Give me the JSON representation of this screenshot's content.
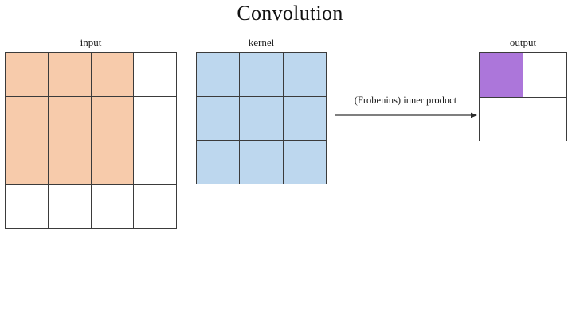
{
  "title": "Convolution",
  "colors": {
    "input_fill": "#f7cbab",
    "kernel_fill": "#bdd7ee",
    "output_fill": "#ac76da",
    "empty_fill": "#ffffff",
    "grid_line": "#3b3b3b",
    "text": "#1a1a1a",
    "arrow": "#555555",
    "background": "#ffffff"
  },
  "input": {
    "caption": "input",
    "rows": 4,
    "cols": 4,
    "cells": [
      [
        "#f7cbab",
        "#f7cbab",
        "#f7cbab",
        "#ffffff"
      ],
      [
        "#f7cbab",
        "#f7cbab",
        "#f7cbab",
        "#ffffff"
      ],
      [
        "#f7cbab",
        "#f7cbab",
        "#f7cbab",
        "#ffffff"
      ],
      [
        "#ffffff",
        "#ffffff",
        "#ffffff",
        "#ffffff"
      ]
    ]
  },
  "kernel": {
    "caption": "kernel",
    "rows": 3,
    "cols": 3,
    "cells": [
      [
        "#bdd7ee",
        "#bdd7ee",
        "#bdd7ee"
      ],
      [
        "#bdd7ee",
        "#bdd7ee",
        "#bdd7ee"
      ],
      [
        "#bdd7ee",
        "#bdd7ee",
        "#bdd7ee"
      ]
    ]
  },
  "output": {
    "caption": "output",
    "rows": 2,
    "cols": 2,
    "cells": [
      [
        "#ac76da",
        "#ffffff"
      ],
      [
        "#ffffff",
        "#ffffff"
      ]
    ]
  },
  "operation": {
    "label": "(Frobenius) inner product",
    "arrow_icon": "arrow-right-icon",
    "direction": "right"
  }
}
